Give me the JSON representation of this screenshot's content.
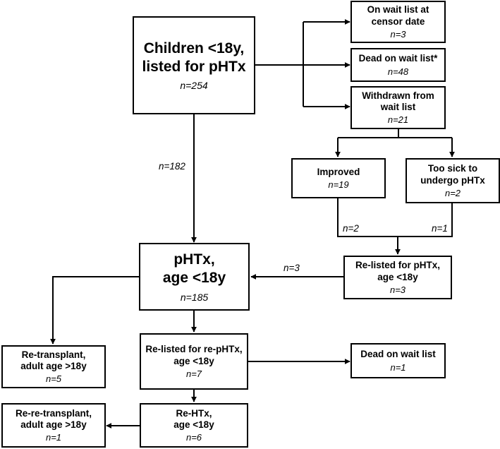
{
  "nodes": {
    "root": {
      "title": "Children <18y,\nlisted for pHTx",
      "count": "n=254"
    },
    "wait": {
      "title": "On wait list at\ncensor date",
      "count": "n=3"
    },
    "dead1": {
      "title": "Dead on wait list*",
      "count": "n=48"
    },
    "withdrawn": {
      "title": "Withdrawn from\nwait list",
      "count": "n=21"
    },
    "improved": {
      "title": "Improved",
      "count": "n=19"
    },
    "toosick": {
      "title": "Too sick to\nundergo pHTx",
      "count": "n=2"
    },
    "relisted": {
      "title": "Re-listed for pHTx,\nage <18y",
      "count": "n=3"
    },
    "phtx": {
      "title": "pHTx,\nage <18y",
      "count": "n=185"
    },
    "retransplant": {
      "title": "Re-transplant,\nadult age >18y",
      "count": "n=5"
    },
    "relisted_re": {
      "title": "Re-listed for re-pHTx,\nage <18y",
      "count": "n=7"
    },
    "dead2": {
      "title": "Dead on wait list",
      "count": "n=1"
    },
    "rehtx": {
      "title": "Re-HTx,\nage <18y",
      "count": "n=6"
    },
    "rereplant": {
      "title": "Re-re-transplant,\nadult age >18y",
      "count": "n=1"
    }
  },
  "edges": {
    "root_to_phtx": "n=182",
    "improved_to_relisted": "n=2",
    "toosick_to_relisted": "n=1",
    "relisted_to_phtx": "n=3"
  }
}
